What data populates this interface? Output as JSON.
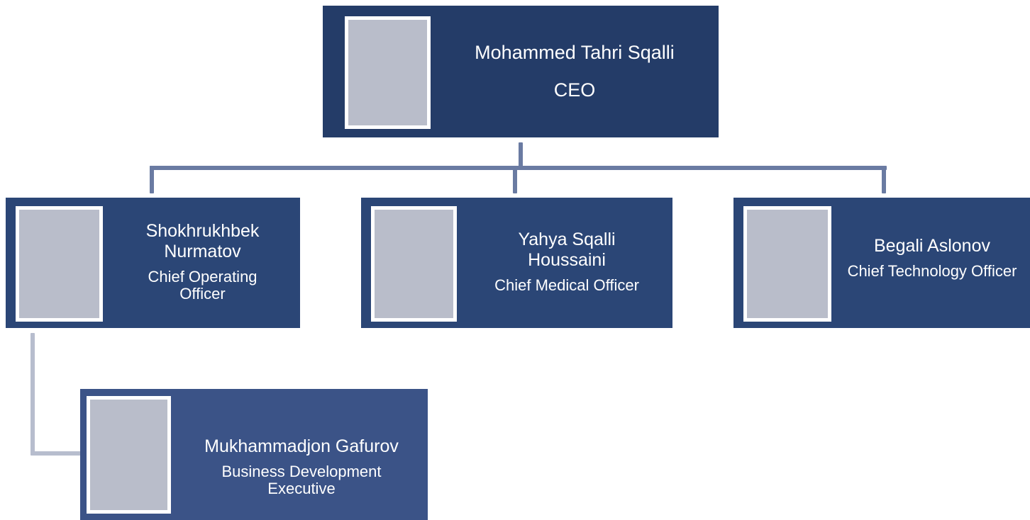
{
  "colors": {
    "box_top": "#243C68",
    "box_mid": "#2B4676",
    "box_child": "#3B5387",
    "connector": "#6A7BA2",
    "photo_fill": "#B9BDCA",
    "text": "#FFFFFF"
  },
  "ceo": {
    "name": "Mohammed Tahri Sqalli",
    "role": "CEO",
    "photo": "photo-placeholder"
  },
  "coo": {
    "name": "Shokhrukhbek Nurmatov",
    "role": "Chief Operating Officer",
    "photo": "photo-placeholder"
  },
  "cmo": {
    "name": "Yahya Sqalli Houssaini",
    "role": "Chief Medical Officer",
    "photo": "photo-placeholder"
  },
  "cto": {
    "name": "Begali Aslonov",
    "role": "Chief Technology Officer",
    "photo": "photo-placeholder"
  },
  "bde": {
    "name": "Mukhammadjon Gafurov",
    "role": "Business Development Executive",
    "photo": "photo-placeholder"
  }
}
